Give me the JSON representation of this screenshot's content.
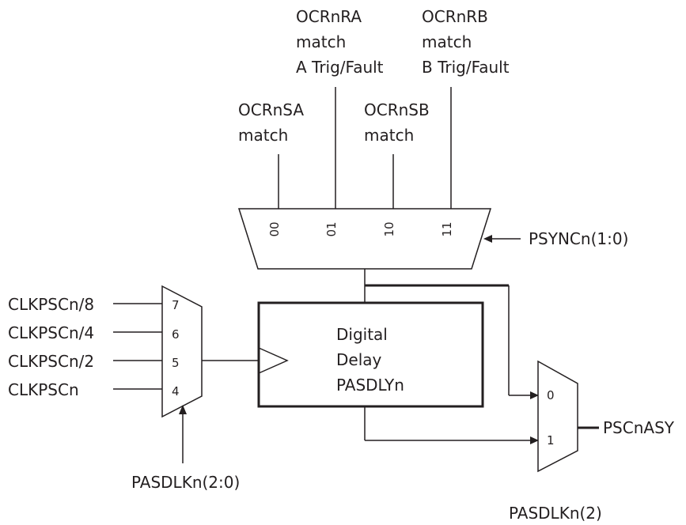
{
  "labels": {
    "ocrnra": [
      "OCRnRA",
      "match",
      "A Trig/Fault"
    ],
    "ocrnrb": [
      "OCRnRB",
      "match",
      "B Trig/Fault"
    ],
    "ocrnsa": [
      "OCRnSA",
      "match"
    ],
    "ocrnsb": [
      "OCRnSB",
      "match"
    ],
    "psync": "PSYNCn(1:0)",
    "pscnasy": "PSCnASY",
    "pasdlkn_select": "PASDLKn(2:0)",
    "pasdlkn_bit": "PASDLKn(2)"
  },
  "top_mux": {
    "inputs": [
      "00",
      "01",
      "10",
      "11"
    ]
  },
  "clock_mux": {
    "inputs": [
      {
        "signal": "CLKPSCn/8",
        "pin": "7"
      },
      {
        "signal": "CLKPSCn/4",
        "pin": "6"
      },
      {
        "signal": "CLKPSCn/2",
        "pin": "5"
      },
      {
        "signal": "CLKPSCn",
        "pin": "4"
      }
    ]
  },
  "delay_block": {
    "lines": [
      "Digital",
      "Delay",
      "PASDLYn"
    ]
  },
  "output_mux": {
    "inputs": [
      "0",
      "1"
    ]
  },
  "colors": {
    "ink": "#231f20",
    "background": "#ffffff"
  }
}
